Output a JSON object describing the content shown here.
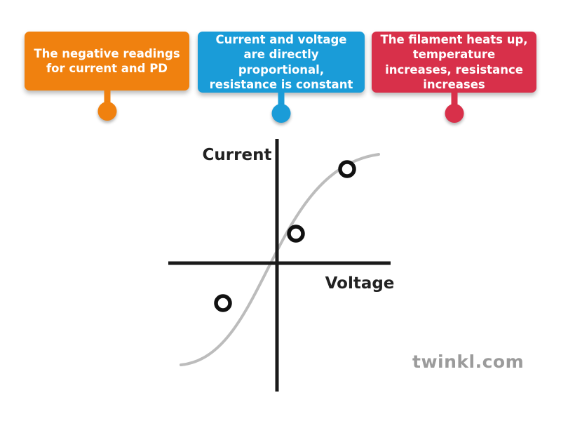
{
  "callouts": [
    {
      "label": "The negative readings for current and PD",
      "color": "#f0810f"
    },
    {
      "label": "Current and voltage are directly proportional, resistance is constant",
      "color": "#1a9cd8"
    },
    {
      "label": "The filament heats up, temperature increases, resistance increases",
      "color": "#d8304a"
    }
  ],
  "graph": {
    "y_axis_label": "Current",
    "x_axis_label": "Voltage",
    "curve_type": "s-shaped current-voltage characteristic of a filament lamp passing through the origin",
    "curve_color": "#bcbcbc",
    "axis_color": "#1a1a1a",
    "markers": [
      {
        "position": "third quadrant: negative voltage, negative current"
      },
      {
        "position": "first quadrant lower: small positive voltage and current"
      },
      {
        "position": "first quadrant upper: large positive voltage, flattening current"
      }
    ]
  },
  "watermark": "twinkl.com"
}
